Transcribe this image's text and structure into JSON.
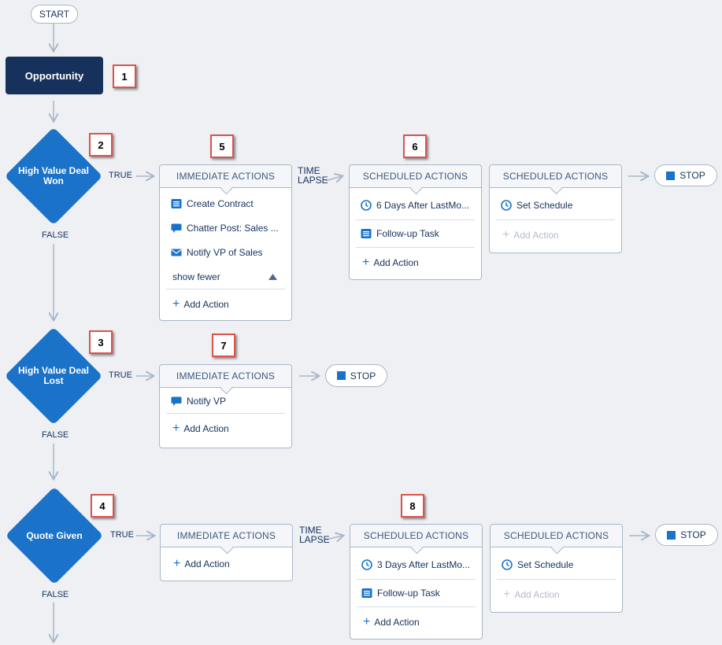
{
  "start_label": "START",
  "object_name": "Opportunity",
  "badges": [
    "1",
    "2",
    "3",
    "4",
    "5",
    "6",
    "7",
    "8"
  ],
  "criteria": [
    {
      "name": "High Value Deal Won",
      "true_label": "TRUE",
      "false_label": "FALSE"
    },
    {
      "name": "High Value Deal Lost",
      "true_label": "TRUE",
      "false_label": "FALSE"
    },
    {
      "name": "Quote Given",
      "true_label": "TRUE",
      "false_label": "FALSE"
    }
  ],
  "time_lapse_label": "TIME LAPSE",
  "stop_label": "STOP",
  "immediate_header": "IMMEDIATE ACTIONS",
  "scheduled_header": "SCHEDULED ACTIONS",
  "add_action": "Add Action",
  "set_schedule": "Set Schedule",
  "show_fewer": "show fewer",
  "node1": {
    "immediate": [
      "Create Contract",
      "Chatter Post: Sales ...",
      "Notify VP of Sales"
    ],
    "schedule1": "6 Days After LastMo...",
    "schedule1_action": "Follow-up Task"
  },
  "node2": {
    "immediate": [
      "Notify VP"
    ]
  },
  "node3": {
    "schedule1": "3 Days After LastMo...",
    "schedule1_action": "Follow-up Task"
  },
  "colors": {
    "node": "#1a72c9",
    "object": "#16325c",
    "badge_border": "#e0514b",
    "background": "#eef0f4"
  }
}
